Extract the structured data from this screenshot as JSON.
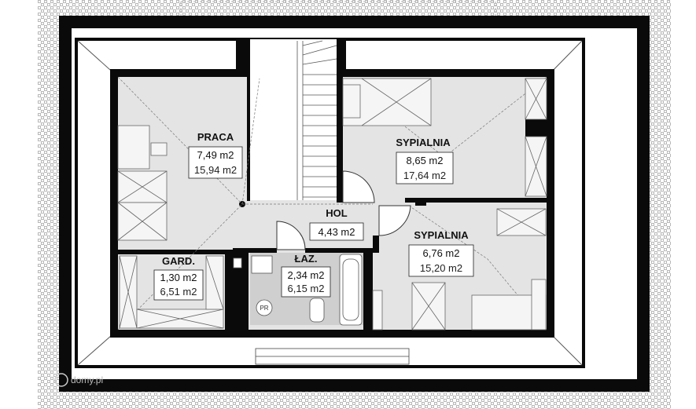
{
  "rooms": [
    {
      "name": "PRACA",
      "area": "7,49 m2",
      "total": "15,94 m2"
    },
    {
      "name": "SYPIALNIA",
      "area": "8,65 m2",
      "total": "17,64 m2"
    },
    {
      "name": "HOL",
      "area": "4,43 m2",
      "total": ""
    },
    {
      "name": "SYPIALNIA",
      "area": "6,76 m2",
      "total": "15,20 m2"
    },
    {
      "name": "GARD.",
      "area": "1,30 m2",
      "total": "6,51 m2"
    },
    {
      "name": "ŁAZ.",
      "area": "2,34 m2",
      "total": "6,15 m2"
    }
  ],
  "fixtures": {
    "pr_label": "PR"
  },
  "watermark": "domy.pl",
  "colors": {
    "wall": "#0a0a0a",
    "floor": "#e4e4e4",
    "bath_floor": "#cfcfcf",
    "roof": "#ffffff"
  }
}
